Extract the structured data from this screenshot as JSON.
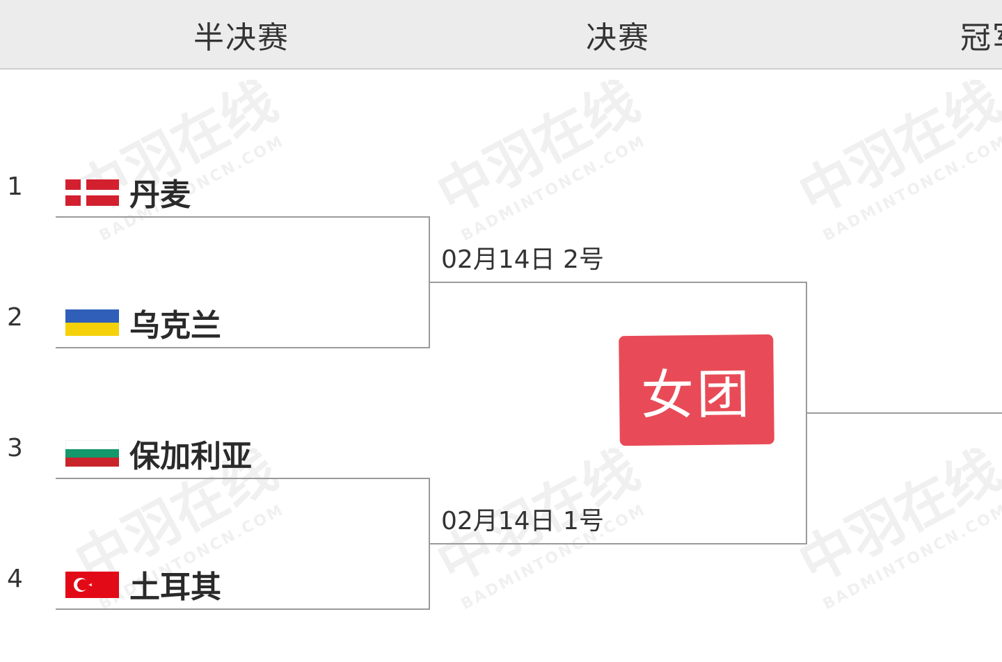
{
  "rounds": [
    "半决赛",
    "决赛",
    "冠军"
  ],
  "teams": [
    {
      "seed": "1",
      "name": "丹麦",
      "flag": "denmark-flag-icon"
    },
    {
      "seed": "2",
      "name": "乌克兰",
      "flag": "ukraine-flag-icon"
    },
    {
      "seed": "3",
      "name": "保加利亚",
      "flag": "bulgaria-flag-icon"
    },
    {
      "seed": "4",
      "name": "土耳其",
      "flag": "turkey-flag-icon"
    }
  ],
  "matches": [
    {
      "label": "02月14日 2号"
    },
    {
      "label": "02月14日 1号"
    }
  ],
  "badge": {
    "text": "女团",
    "color": "#e84b57"
  },
  "watermark": {
    "cn": "中羽在线",
    "en": "BADMINTONCN.COM"
  }
}
